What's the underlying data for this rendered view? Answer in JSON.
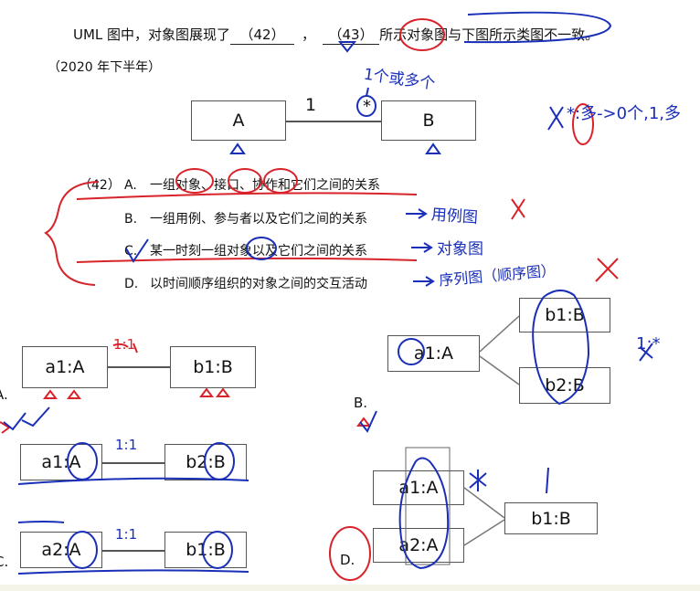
{
  "question": {
    "line1_prefix": "UML 图中，对象图展现了",
    "blank42": "（42）",
    "comma": "，",
    "blank43": "（43）",
    "line1_suffix": "所示对象图与下图所示类图不一致。",
    "source": "（2020 年下半年）"
  },
  "class_diagram": {
    "class_a": "A",
    "class_b": "B",
    "mult_a": "1",
    "mult_b": "*"
  },
  "options": {
    "num": "（42）",
    "items": [
      {
        "letter": "A.",
        "text": "一组对象、接口、协作和它们之间的关系"
      },
      {
        "letter": "B.",
        "text": "一组用例、参与者以及它们之间的关系"
      },
      {
        "letter": "C.",
        "text": "某一时刻一组对象以及它们之间的关系"
      },
      {
        "letter": "D.",
        "text": "以时间顺序组织的对象之间的交互活动"
      }
    ]
  },
  "diagrams": {
    "A": {
      "label": "A.",
      "obj1": "a1:A",
      "obj2": "b1:B"
    },
    "B": {
      "label": "B.",
      "obj1": "a1:A",
      "obj2": "b1:B",
      "obj3": "b2:B"
    },
    "C": {
      "label": "C.",
      "obj1": "a1:A",
      "obj2": "b2:B",
      "obj3": "a2:A",
      "obj4": "b1:B"
    },
    "D": {
      "label": "D.",
      "obj1": "a1:A",
      "obj2": "a2:A",
      "obj3": "b1:B"
    }
  },
  "handwriting": {
    "note_top": "1个或多个",
    "note_right": "*:多->0个,1,多",
    "note_b": "用例图",
    "note_c": "对象图",
    "note_d": "序列图（顺序图）",
    "note_12": "1:1",
    "note_1_1": "1:1",
    "note_1_1b": "1:1",
    "note_1x": "1:*",
    "note_star": "*",
    "note_one": "1"
  },
  "colors": {
    "ink_blue": "#1a2fb8",
    "ink_red": "#d8232a",
    "box_border": "#555555"
  }
}
